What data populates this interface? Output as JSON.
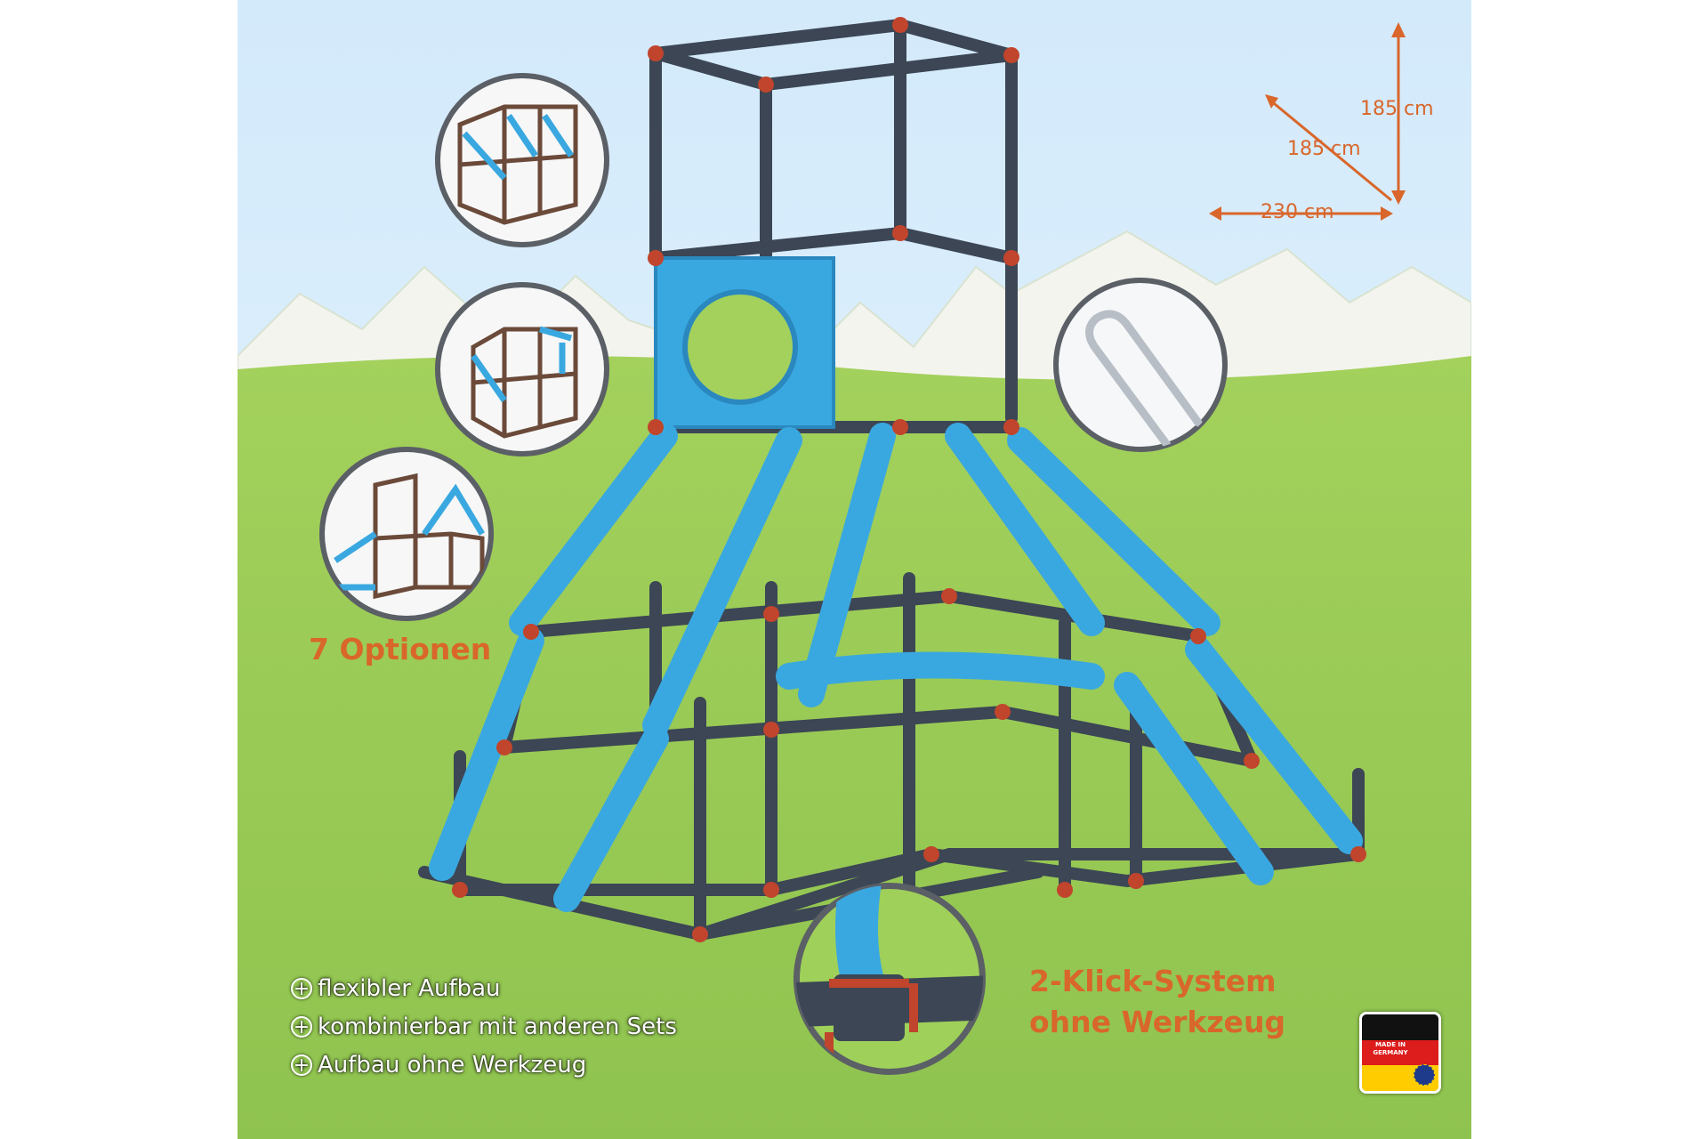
{
  "dimensions": {
    "height": "185 cm",
    "depth": "185 cm",
    "width": "230 cm"
  },
  "options_label": "7 Optionen",
  "click_system": {
    "line1": "2-Klick-System",
    "line2": "ohne Werkzeug"
  },
  "features": [
    "flexibler Aufbau",
    "kombinierbar mit anderen Sets",
    "Aufbau ohne Werkzeug"
  ],
  "badge": {
    "line1": "MADE IN",
    "line2": "GERMANY"
  },
  "icons": [
    "option-1-icon",
    "option-2-icon",
    "option-3-icon",
    "ground-anchor-icon",
    "connector-closeup-icon",
    "plus-icon",
    "germany-flag-icon",
    "eu-stars-icon"
  ],
  "colors": {
    "accent_orange": "#d9662b",
    "frame_blue": "#3aa8e0",
    "frame_gray": "#3c4655",
    "connector_red": "#c0452c",
    "sky": "#dbeefb",
    "grass": "#9ccf5a"
  }
}
